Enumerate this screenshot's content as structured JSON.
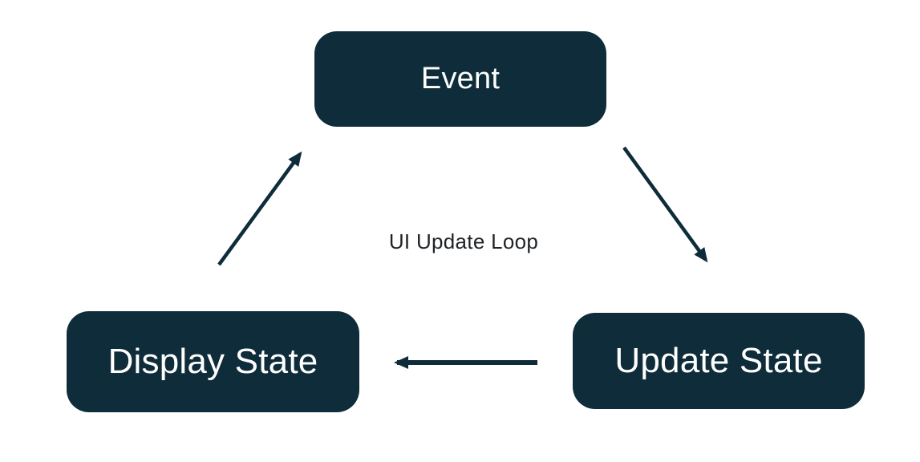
{
  "diagram": {
    "center_label": "UI Update Loop",
    "colors": {
      "node_fill": "#0e2c3a",
      "node_text": "#ffffff",
      "arrow": "#0e2c3a",
      "label_text": "#1f2327",
      "background": "#ffffff"
    },
    "nodes": [
      {
        "id": "event",
        "label": "Event"
      },
      {
        "id": "update-state",
        "label": "Update State"
      },
      {
        "id": "display-state",
        "label": "Display State"
      }
    ],
    "edges": [
      {
        "from": "event",
        "to": "update-state"
      },
      {
        "from": "update-state",
        "to": "display-state"
      },
      {
        "from": "display-state",
        "to": "event"
      }
    ]
  }
}
